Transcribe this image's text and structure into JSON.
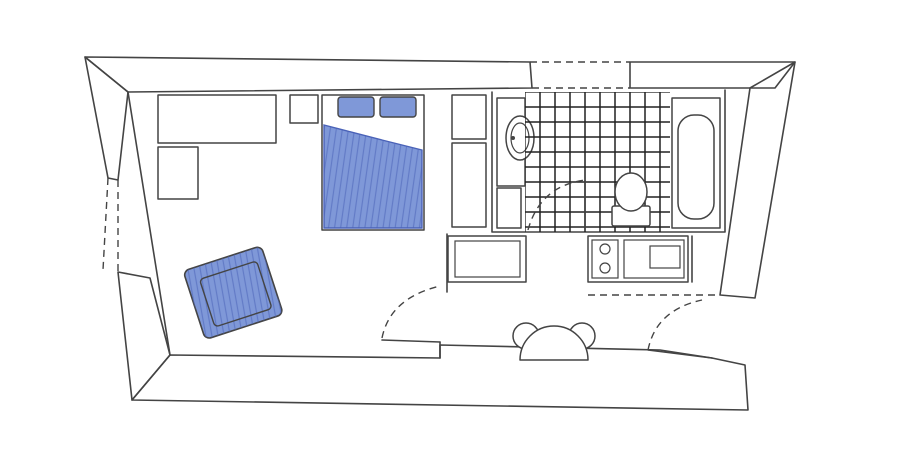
{
  "colors": {
    "ink": "#444444",
    "accent_blue": "#7f98d8",
    "accent_blue_stroke": "#4a62b8",
    "tile_black": "#1a1a1a",
    "background": "#ffffff"
  },
  "rooms": [
    {
      "name": "living-sleeping-area"
    },
    {
      "name": "bathroom"
    },
    {
      "name": "kitchenette"
    }
  ],
  "icons": [
    "double-bed-icon",
    "pillow-icon",
    "armchair-icon",
    "toilet-icon",
    "bathtub-icon",
    "sink-icon",
    "stove-icon",
    "microwave-icon",
    "round-table-icon",
    "chair-icon",
    "door-swing-icon"
  ]
}
